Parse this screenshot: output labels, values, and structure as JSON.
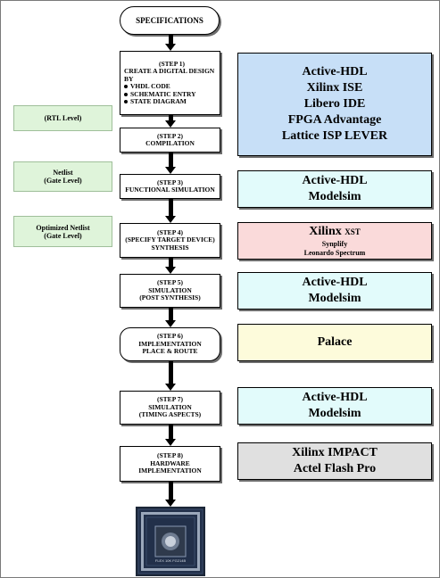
{
  "start_label": "SPECIFICATIONS",
  "steps": [
    {
      "num": "(STEP 1)",
      "title": "CREATE A DIGITAL DESIGN BY",
      "bullets": [
        "VHDL CODE",
        "SCHEMATIC ENTRY",
        "STATE DIAGRAM"
      ]
    },
    {
      "num": "(STEP 2)",
      "lines": [
        "COMPILATION"
      ]
    },
    {
      "num": "(STEP 3)",
      "lines": [
        "FUNCTIONAL SIMULATION"
      ]
    },
    {
      "num": "(STEP 4)",
      "lines": [
        "(SPECIFY TARGET DEVICE)",
        "SYNTHESIS"
      ]
    },
    {
      "num": "(STEP 5)",
      "lines": [
        "SIMULATION",
        "(POST SYNTHESIS)"
      ]
    },
    {
      "num": "(STEP 6)",
      "lines": [
        "IMPLEMENTATION",
        "PLACE & ROUTE"
      ]
    },
    {
      "num": "(STEP 7)",
      "lines": [
        "SIMULATION",
        "(TIMING ASPECTS)"
      ]
    },
    {
      "num": "(STEP 8)",
      "lines": [
        "HARDWARE",
        "IMPLEMENTATION"
      ]
    }
  ],
  "levels": [
    {
      "lines": [
        "(RTL Level)"
      ]
    },
    {
      "lines": [
        "Netlist",
        "(Gate Level)"
      ]
    },
    {
      "lines": [
        "Optimized Netlist",
        "(Gate Level)"
      ]
    }
  ],
  "tools": [
    {
      "lines": [
        "Active-HDL",
        "Xilinx ISE",
        "Libero IDE",
        "FPGA Advantage",
        "Lattice ISP LEVER"
      ],
      "color": "#c7dff7"
    },
    {
      "lines": [
        "Active-HDL",
        "Modelsim"
      ],
      "color": "#e2fbfb"
    },
    {
      "main": "Xilinx",
      "main_suffix": "XST",
      "small": [
        "Synplify",
        "Leonardo Spectrum"
      ],
      "color": "#fadada"
    },
    {
      "lines": [
        "Active-HDL",
        "Modelsim"
      ],
      "color": "#e2fbfb"
    },
    {
      "lines": [
        "Palace"
      ],
      "color": "#fdfbdb"
    },
    {
      "lines": [
        "Active-HDL",
        "Modelsim"
      ],
      "color": "#e2fbfb"
    },
    {
      "lines": [
        "Xilinx IMPACT",
        "Actel Flash Pro"
      ],
      "color": "#e0e0e0"
    }
  ],
  "chip_caption": "FLEX 10K FG214B"
}
